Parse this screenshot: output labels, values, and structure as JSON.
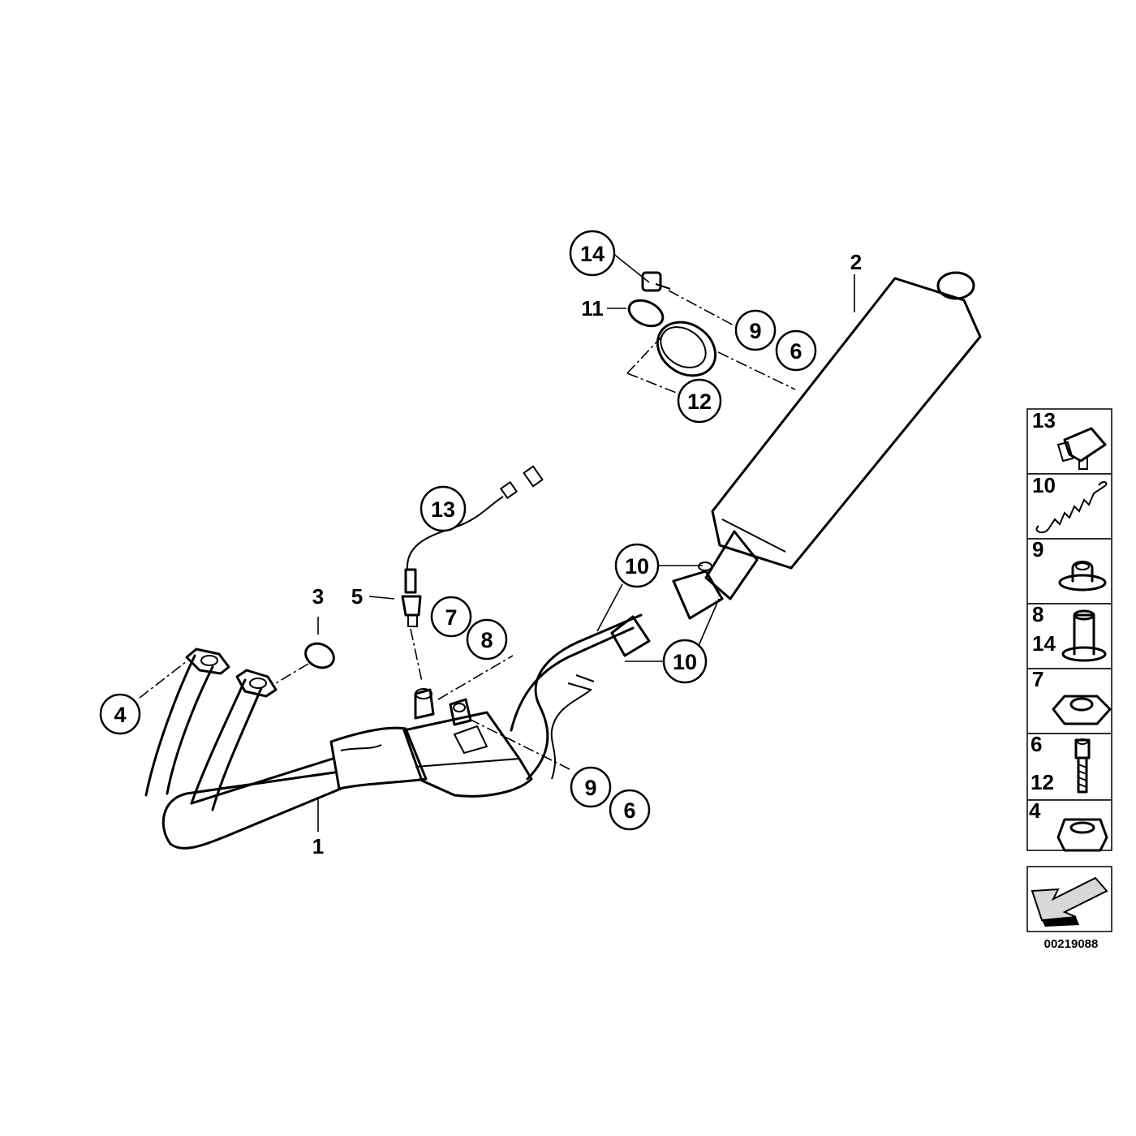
{
  "diagram": {
    "callouts": {
      "c14": "14",
      "c11": "11",
      "c9a": "9",
      "c6a": "6",
      "c12": "12",
      "c2": "2",
      "c13": "13",
      "c5": "5",
      "c3": "3",
      "c7": "7",
      "c8": "8",
      "c10a": "10",
      "c10b": "10",
      "c4": "4",
      "c9b": "9",
      "c6b": "6",
      "c1": "1"
    },
    "legend": [
      "13",
      "10",
      "9",
      "8",
      "14",
      "7",
      "6",
      "12",
      "4"
    ],
    "drawing_number": "00219088"
  }
}
